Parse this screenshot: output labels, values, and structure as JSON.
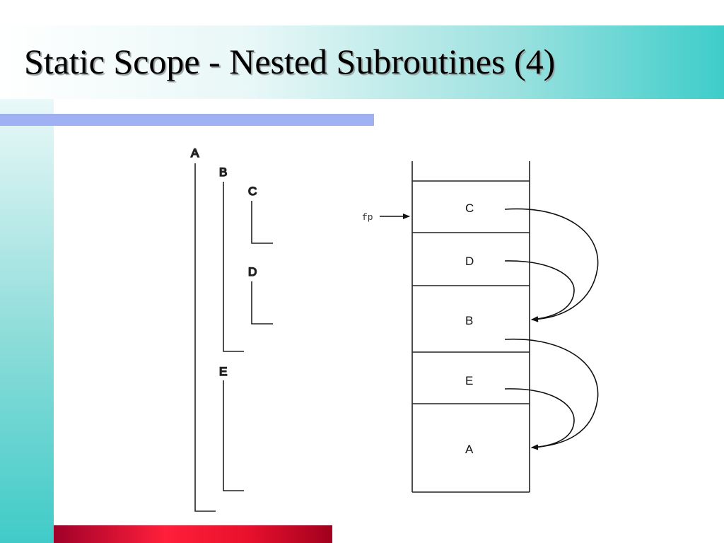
{
  "slide": {
    "title": "Static Scope - Nested Subroutines (4)"
  },
  "nesting": {
    "scopes": [
      "A",
      "B",
      "C",
      "D",
      "E"
    ]
  },
  "stack": {
    "frame_pointer_label": "fp",
    "frames": [
      "C",
      "D",
      "B",
      "E",
      "A"
    ],
    "static_links": [
      {
        "from": "C",
        "to": "B"
      },
      {
        "from": "D",
        "to": "B"
      },
      {
        "from": "B",
        "to": "A"
      },
      {
        "from": "E",
        "to": "A"
      }
    ]
  },
  "colors": {
    "title_gradient_end": "#3ecdca",
    "blue_rule": "#9fb0f3",
    "red_rule": "#ff1f3a"
  }
}
